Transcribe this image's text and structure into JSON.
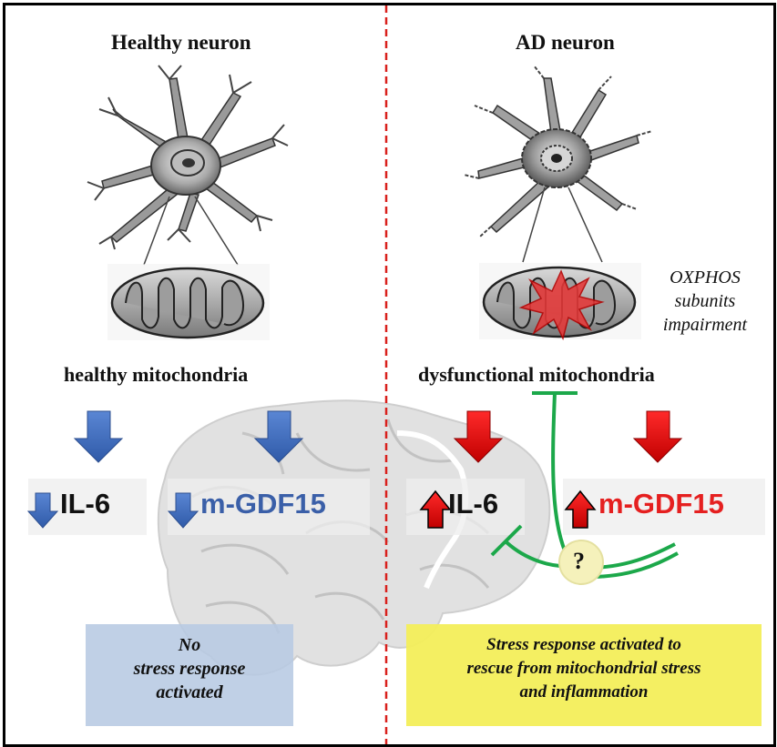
{
  "left_panel": {
    "title": "Healthy neuron",
    "mitochondria_label": "healthy mitochondria",
    "il6_label": "IL-6",
    "gdf15_label": "m-GDF15",
    "result_box": {
      "lines": [
        "No",
        "stress response",
        "activated"
      ]
    }
  },
  "right_panel": {
    "title": "AD neuron",
    "oxphos_note": [
      "OXPHOS",
      "subunits",
      "impairment"
    ],
    "mitochondria_label": "dysfunctional mitochondria",
    "il6_label": "IL-6",
    "gdf15_label": "m-GDF15",
    "question_mark": "?",
    "result_box": {
      "lines": [
        "Stress response activated to",
        "rescue from mitochondrial stress",
        "and inflammation"
      ]
    }
  },
  "colors": {
    "down_arrow_blue": "#4472c4",
    "up_arrow_red": "#e00000",
    "gdf15_blue_text": "#3a5fa8",
    "gdf15_red_text": "#e52020",
    "divider_red": "#d9201c",
    "inhibition_green": "#1ca84a",
    "left_box_fill": "#b7c9e2",
    "right_box_fill": "#f3ee5a",
    "question_circle_fill": "#f5f1bb"
  },
  "icons": [
    "neuron-icon",
    "mitochondrion-icon",
    "damage-burst-icon",
    "brain-background"
  ]
}
